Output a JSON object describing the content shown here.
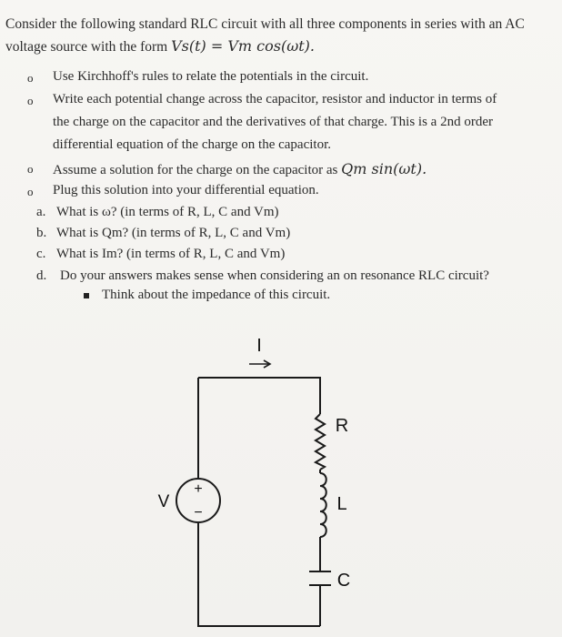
{
  "intro": {
    "line1": "Consider the following standard RLC circuit with all three components in series with an AC",
    "line2_prefix": "voltage source with the form",
    "source_formula": "Vs(t) = Vm cos(ωt)."
  },
  "bullets": [
    {
      "marker": "o",
      "text": "Use Kirchhoff's rules to relate the potentials in the circuit."
    },
    {
      "marker": "o",
      "lines": [
        "Write each potential change across the capacitor, resistor and inductor in terms of",
        "the charge on the capacitor and the derivatives of that charge.  This is a 2nd order",
        "differential equation of the charge on the capacitor."
      ]
    },
    {
      "marker": "o",
      "text": "Assume a solution for the charge on the capacitor as",
      "formula": "Qm sin(ωt)."
    },
    {
      "marker": "o",
      "text": "Plug this solution into your differential equation."
    }
  ],
  "questions": [
    {
      "letter": "a.",
      "text": "What is ω? (in terms of R, L, C and Vm)"
    },
    {
      "letter": "b.",
      "text": "What is Qm? (in terms of R, L, C and Vm)"
    },
    {
      "letter": "c.",
      "text": "What is Im? (in terms of R, L, C and Vm)"
    },
    {
      "letter": "d.",
      "text": "Do your answers makes sense when considering an on resonance RLC circuit?"
    }
  ],
  "sub_bullet": {
    "text": "Think about the impedance of this circuit."
  },
  "circuit": {
    "current_label": "I",
    "source_label": "V",
    "plus": "+",
    "minus": "−",
    "R_label": "R",
    "L_label": "L",
    "C_label": "C"
  }
}
